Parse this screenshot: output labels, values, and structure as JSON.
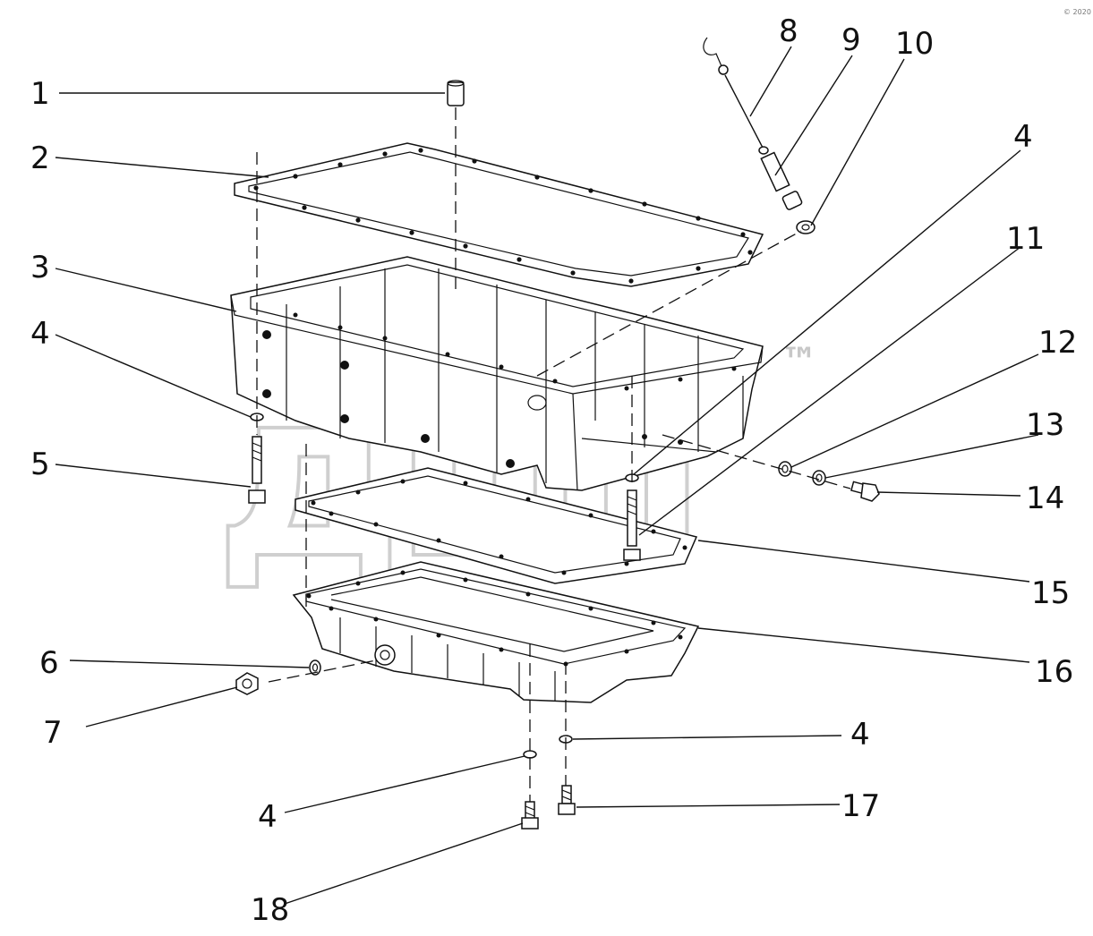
{
  "watermark": {
    "text": "дпп",
    "trademark": "™",
    "color": "#cfcfcf"
  },
  "corner_mark": "© 2020",
  "callouts": [
    {
      "id": "c1",
      "text": "1"
    },
    {
      "id": "c2",
      "text": "2"
    },
    {
      "id": "c3",
      "text": "3"
    },
    {
      "id": "c4a",
      "text": "4"
    },
    {
      "id": "c5",
      "text": "5"
    },
    {
      "id": "c6",
      "text": "6"
    },
    {
      "id": "c7",
      "text": "7"
    },
    {
      "id": "c8",
      "text": "8"
    },
    {
      "id": "c9",
      "text": "9"
    },
    {
      "id": "c10",
      "text": "10"
    },
    {
      "id": "c4b",
      "text": "4"
    },
    {
      "id": "c11",
      "text": "11"
    },
    {
      "id": "c12",
      "text": "12"
    },
    {
      "id": "c13",
      "text": "13"
    },
    {
      "id": "c14",
      "text": "14"
    },
    {
      "id": "c15",
      "text": "15"
    },
    {
      "id": "c16",
      "text": "16"
    },
    {
      "id": "c4c",
      "text": "4"
    },
    {
      "id": "c17",
      "text": "17"
    },
    {
      "id": "c4d",
      "text": "4"
    },
    {
      "id": "c18",
      "text": "18"
    }
  ]
}
